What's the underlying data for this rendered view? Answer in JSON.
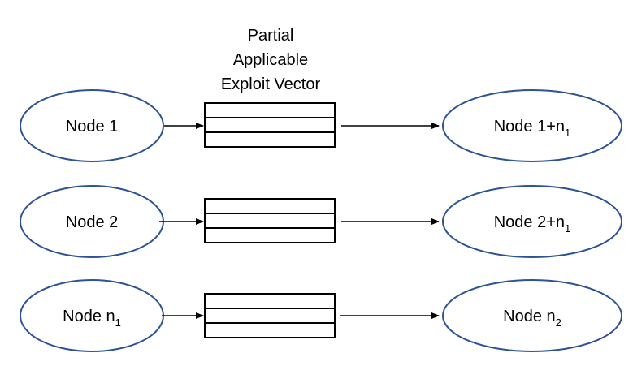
{
  "diagram": {
    "title_lines": [
      "Partial",
      "Applicable",
      "Exploit Vector"
    ],
    "colors": {
      "ellipse_stroke": "#2e5395",
      "box_stroke": "#000000",
      "arrow": "#000000",
      "background": "#ffffff",
      "text": "#000000"
    },
    "rows": [
      {
        "source_label": "Node 1",
        "source_base": "Node 1",
        "source_sub": "",
        "target_label": "Node 1+n1",
        "target_base": "Node 1+n",
        "target_sub": "1",
        "vector_rows": 3
      },
      {
        "source_label": "Node 2",
        "source_base": "Node 2",
        "source_sub": "",
        "target_label": "Node 2+n1",
        "target_base": "Node 2+n",
        "target_sub": "1",
        "vector_rows": 3
      },
      {
        "source_label": "Node n1",
        "source_base": "Node n",
        "source_sub": "1",
        "target_label": "Node n2",
        "target_base": "Node n",
        "target_sub": "2",
        "vector_rows": 3
      }
    ]
  }
}
